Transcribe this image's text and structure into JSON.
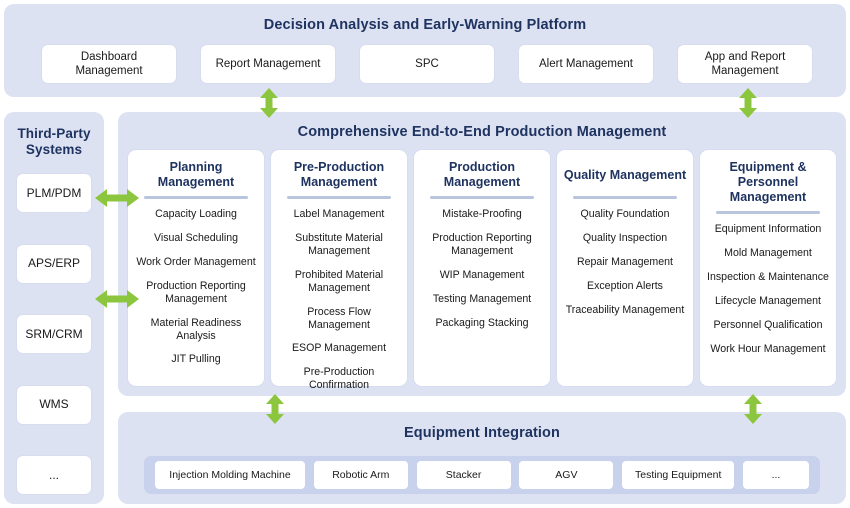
{
  "top": {
    "title": "Decision Analysis and Early-Warning Platform",
    "boxes": [
      {
        "label": "Dashboard Management"
      },
      {
        "label": "Report Management"
      },
      {
        "label": "SPC"
      },
      {
        "label": "Alert Management"
      },
      {
        "label": "App and Report Management"
      }
    ]
  },
  "sidebar": {
    "title": "Third-Party Systems",
    "items": [
      {
        "label": "PLM/PDM"
      },
      {
        "label": "APS/ERP"
      },
      {
        "label": "SRM/CRM"
      },
      {
        "label": "WMS"
      },
      {
        "label": "..."
      }
    ]
  },
  "middle": {
    "title": "Comprehensive End-to-End Production Management",
    "columns": [
      {
        "header": "Planning Management",
        "items": [
          "Capacity Loading",
          "Visual Scheduling",
          "Work Order Management",
          "Production Reporting Management",
          "Material Readiness Analysis",
          "JIT Pulling"
        ]
      },
      {
        "header": "Pre-Production Management",
        "items": [
          "Label Management",
          "Substitute Material Management",
          "Prohibited Material Management",
          "Process Flow Management",
          "ESOP Management",
          "Pre-Production Confirmation"
        ]
      },
      {
        "header": "Production Management",
        "items": [
          "Mistake-Proofing",
          "Production Reporting Management",
          "WIP Management",
          "Testing Management",
          "Packaging Stacking"
        ]
      },
      {
        "header": "Quality Management",
        "items": [
          "Quality Foundation",
          "Quality Inspection",
          "Repair Management",
          "Exception Alerts",
          "Traceability Management"
        ]
      },
      {
        "header": "Equipment & Personnel Management",
        "items": [
          "Equipment Information",
          "Mold Management",
          "Inspection & Maintenance",
          "Lifecycle Management",
          "Personnel Qualification",
          "Work Hour Management"
        ]
      }
    ]
  },
  "bottom": {
    "title": "Equipment Integration",
    "items": [
      {
        "label": "Injection Molding Machine"
      },
      {
        "label": "Robotic Arm"
      },
      {
        "label": "Stacker"
      },
      {
        "label": "AGV"
      },
      {
        "label": "Testing Equipment"
      },
      {
        "label": "..."
      }
    ]
  },
  "connectors": [
    {
      "name": "arrow-top-left-vertical",
      "icon": "double-arrow-vertical-icon"
    },
    {
      "name": "arrow-top-right-vertical",
      "icon": "double-arrow-vertical-icon"
    },
    {
      "name": "arrow-side-upper-horizontal",
      "icon": "double-arrow-horizontal-icon"
    },
    {
      "name": "arrow-side-lower-horizontal",
      "icon": "double-arrow-horizontal-icon"
    },
    {
      "name": "arrow-bottom-left-vertical",
      "icon": "double-arrow-vertical-icon"
    },
    {
      "name": "arrow-bottom-right-vertical",
      "icon": "double-arrow-vertical-icon"
    }
  ],
  "colors": {
    "panel_background": "#dde2f2",
    "panel_inner_strip": "#c9d2ec",
    "title_text": "#1f3360",
    "body_text": "#1a1a1a",
    "arrow_green": "#8cc63e",
    "divider_rule": "#b9c4dd",
    "card_background": "#ffffff"
  }
}
